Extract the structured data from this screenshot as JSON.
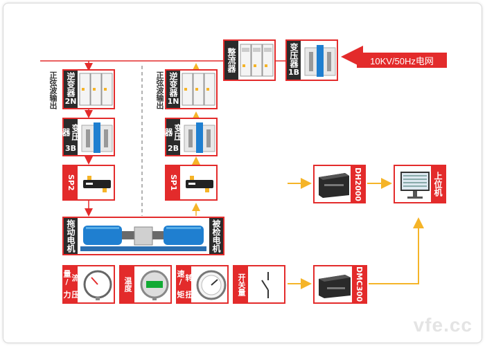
{
  "nodes": {
    "rectifier": "整流器",
    "transformer_1b": [
      "变压器",
      "1B"
    ],
    "grid": "10KV/50Hz电网",
    "inverter_2n": [
      "逆变器",
      "2N"
    ],
    "inverter_1n": [
      "逆变器",
      "1N"
    ],
    "sine_output_left": "正弦波输出",
    "sine_output_right": "正弦波输出",
    "transformer_3b": [
      "变压器",
      "3B"
    ],
    "transformer_2b": [
      "变压器",
      "2B"
    ],
    "sp2": "SP2",
    "sp1": "SP1",
    "drive_motor": "拖动电机",
    "tested_motor": "被检电机",
    "dh2000": "DH2000",
    "host": "上位机",
    "flow_pressure": [
      "流量/",
      "压力"
    ],
    "temperature": "温度",
    "speed_torque": [
      "转速/",
      "扭矩"
    ],
    "switch_qty": "开关量",
    "dmc300": "DMC300"
  },
  "watermark": "vfe.cc",
  "colors": {
    "accent_red": "#e32b2b",
    "label_dark": "#2b2b2b",
    "signal_yellow": "#f5b428",
    "equipment_blue": "#1f7fd0"
  }
}
